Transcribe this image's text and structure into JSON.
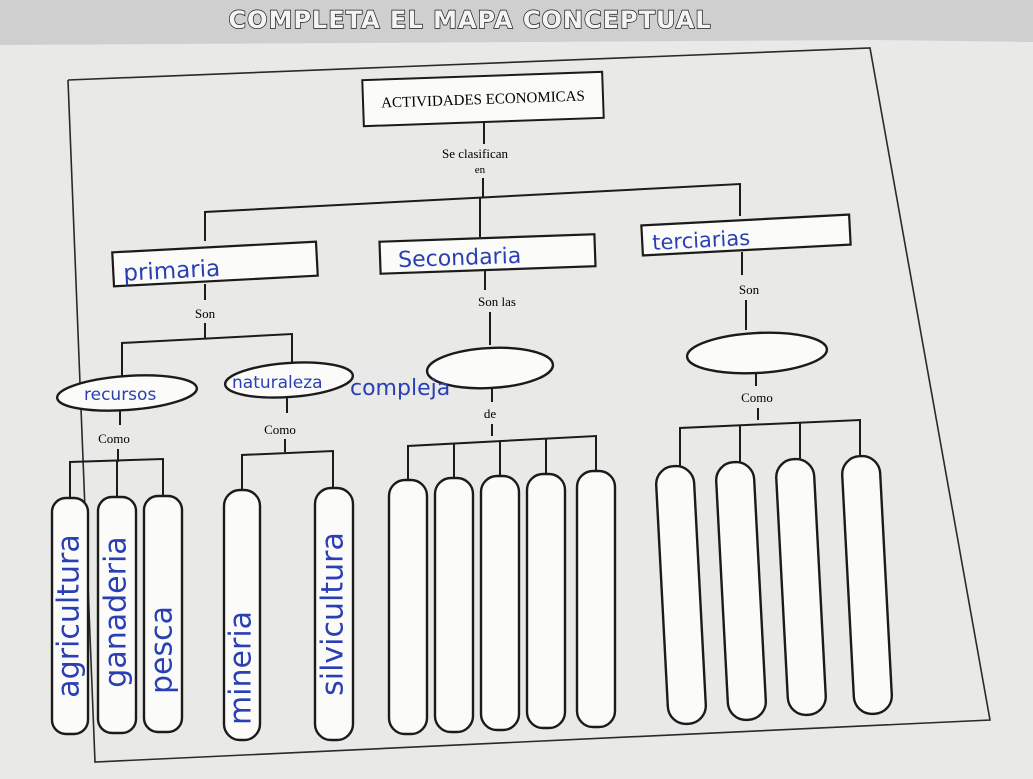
{
  "worksheet": {
    "title": "COMPLETA EL MAPA CONCEPTUAL",
    "root": "ACTIVIDADES ECONOMICAS",
    "root_connector": [
      "Se clasifican",
      "en"
    ],
    "ink_color": "#2a3fb3",
    "branches": {
      "primary": {
        "answer": "primaria",
        "connector": "Son",
        "oval_answers": [
          "recursos",
          "naturaleza"
        ],
        "left_connector": "Como",
        "right_connector": "Como",
        "left_answers": [
          "agricultura",
          "ganaderia",
          "pesca"
        ],
        "right_answers": [
          "mineria",
          "silvicultura"
        ]
      },
      "secondary": {
        "answer": "Secondaria",
        "connector": "Son las",
        "oval_answer": "compleja",
        "connector2": "de"
      },
      "tertiary": {
        "answer": "terciarias",
        "connector": "Son",
        "connector2": "Como"
      }
    }
  }
}
